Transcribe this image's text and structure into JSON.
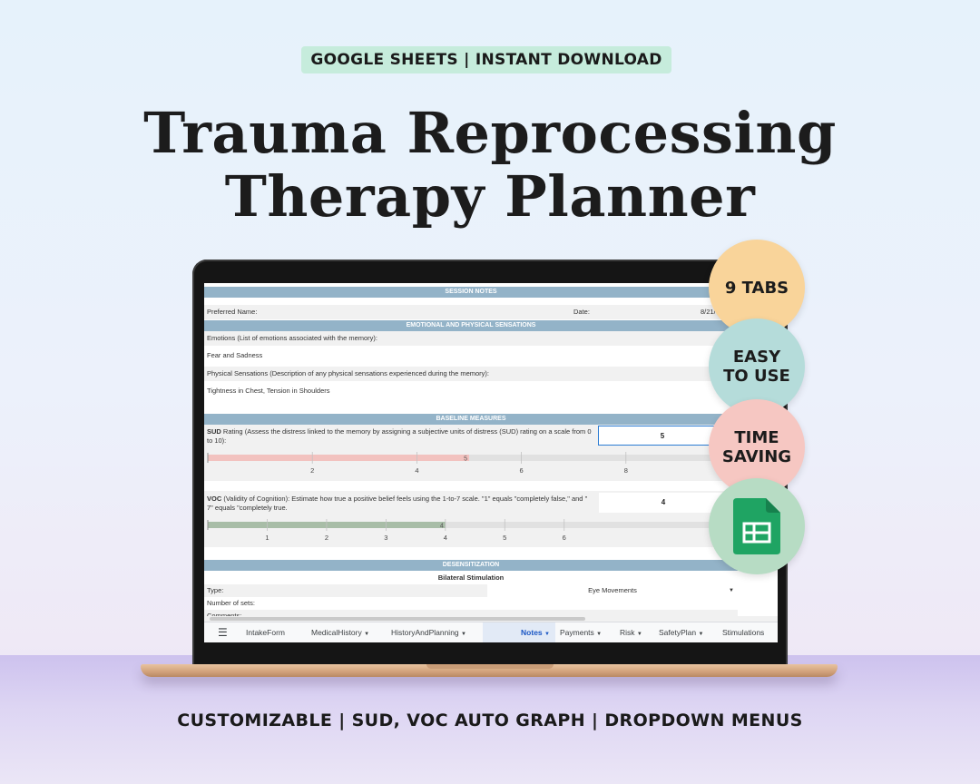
{
  "badge": "GOOGLE SHEETS  |  INSTANT DOWNLOAD",
  "title": {
    "line1": "Trauma Reprocessing",
    "line2": "Therapy Planner"
  },
  "sheet": {
    "session_notes": "SESSION NOTES",
    "preferred_name_label": "Preferred Name:",
    "date_label": "Date:",
    "date_value": "8/21/",
    "emotional_header": "EMOTIONAL AND PHYSICAL SENSATIONS",
    "emotions_label": "Emotions (List of emotions associated with the memory):",
    "emotions_value": "Fear and Sadness",
    "physical_label": "Physical Sensations (Description of any physical sensations experienced during the memory):",
    "physical_value": "Tightness in Chest, Tension in Shoulders",
    "baseline_header": "BASELINE MEASURES",
    "sud_bold": "SUD",
    "sud_text": " Rating (Assess the distress linked to the memory by assigning a subjective units of distress (SUD) rating on a scale from 0 to 10):",
    "sud_value": "5",
    "sud_ticks": [
      "2",
      "4",
      "6",
      "8"
    ],
    "sud_bar_label": "5",
    "voc_bold": "VOC",
    "voc_text": " (Validity of Cognition): Estimate how true a positive belief feels using the 1-to-7 scale. \"1\" equals \"completely false,\" and \" 7\" equals \"completely true.",
    "voc_value": "4",
    "voc_ticks": [
      "1",
      "2",
      "3",
      "4",
      "5",
      "6"
    ],
    "voc_bar_label": "4",
    "desensitization_header": "DESENSITIZATION",
    "bilateral_label": "Bilateral Stimulation",
    "type_label": "Type:",
    "type_value": "Eye Movements",
    "sets_label": "Number of sets:",
    "comments_label": "Comments:"
  },
  "gauges": {
    "sud": {
      "value": 5,
      "max": 10,
      "fill_color": "#f2c2bf"
    },
    "voc": {
      "value": 4,
      "min": 1,
      "max": 7,
      "fill_color": "#a8bda7"
    }
  },
  "tabs": [
    {
      "label": "IntakeForm",
      "active": false
    },
    {
      "label": "MedicalHistory",
      "active": false
    },
    {
      "label": "HistoryAndPlanning",
      "active": false
    },
    {
      "label": "Notes",
      "active": true
    },
    {
      "label": "Payments",
      "active": false
    },
    {
      "label": "Risk",
      "active": false
    },
    {
      "label": "SafetyPlan",
      "active": false
    },
    {
      "label": "Stimulations",
      "active": false
    }
  ],
  "circles": {
    "tabs": {
      "line1": "9 TABS",
      "color": "#f9d49a"
    },
    "easy": {
      "line1": "EASY",
      "line2": "TO USE",
      "color": "#b5dcda"
    },
    "time": {
      "line1": "TIME",
      "line2": "SAVING",
      "color": "#f6c7c2"
    },
    "sheets": {
      "icon": "google-sheets-icon",
      "color": "#b7dcc4"
    }
  },
  "bottom_text": "CUSTOMIZABLE | SUD, VOC AUTO GRAPH | DROPDOWN MENUS"
}
